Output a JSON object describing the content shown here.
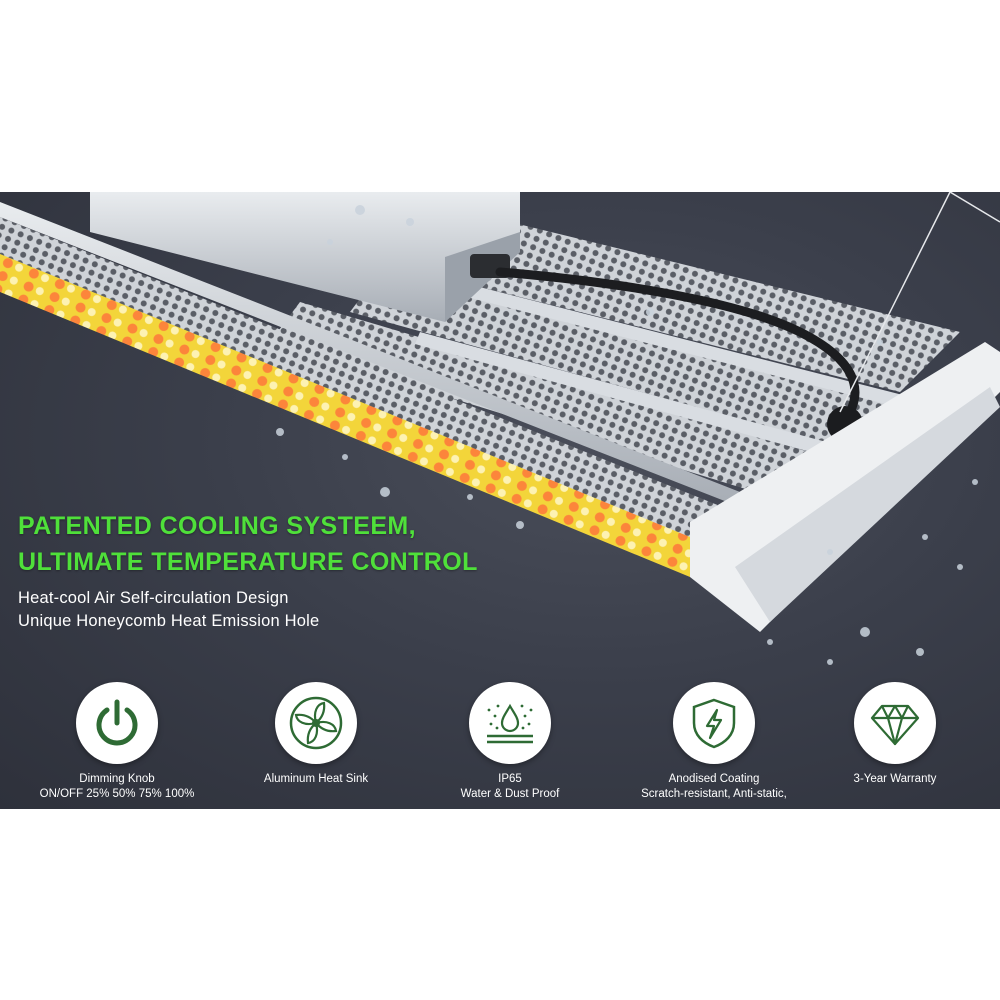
{
  "headline": {
    "line1": "PATENTED COOLING SYSTEEM,",
    "line2": "ULTIMATE TEMPERATURE CONTROL"
  },
  "subheadline": {
    "line1": "Heat-cool Air Self-circulation Design",
    "line2": "Unique Honeycomb Heat Emission Hole"
  },
  "colors": {
    "accent_green": "#4fe03a",
    "icon_green": "#2e6b34",
    "background": "#3b3f4b"
  },
  "features": [
    {
      "icon": "power-icon",
      "line1": "Dimming Knob",
      "line2": "ON/OFF 25% 50% 75% 100%"
    },
    {
      "icon": "fan-icon",
      "line1": "Aluminum Heat Sink",
      "line2": ""
    },
    {
      "icon": "water-drop-icon",
      "line1": "IP65",
      "line2": "Water & Dust Proof"
    },
    {
      "icon": "shield-bolt-icon",
      "line1": "Anodised Coating",
      "line2": "Scratch-resistant, Anti-static,"
    },
    {
      "icon": "diamond-icon",
      "line1": "3-Year Warranty",
      "line2": ""
    }
  ]
}
